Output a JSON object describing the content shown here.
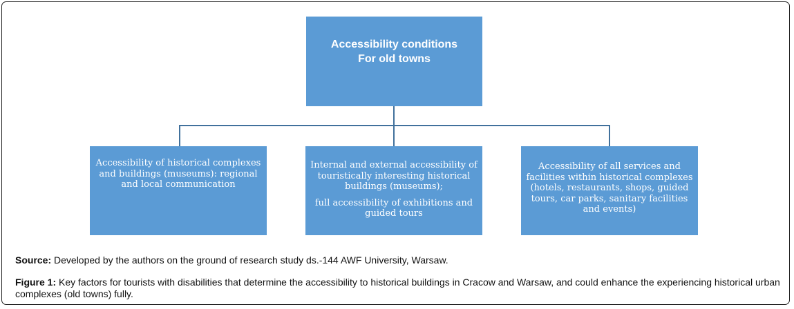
{
  "diagram": {
    "root": {
      "lines": [
        "Accessibility conditions",
        "For old towns"
      ]
    },
    "children": [
      {
        "lines": [
          "Accessibility of historical complexes",
          "and buildings (museums):  regional",
          "and local communication"
        ]
      },
      {
        "lines": [
          "Internal and external accessibility of",
          "touristically interesting historical",
          "buildings (museums);"
        ],
        "lines2": [
          "full accessibility of exhibitions and",
          "guided tours"
        ]
      },
      {
        "lines": [
          "Accessibility of all services and",
          "facilities within historical complexes",
          "(hotels, restaurants, shops, guided",
          "tours, car parks, sanitary facilities",
          "and events)"
        ]
      }
    ],
    "colors": {
      "box_fill": "#5b9bd5",
      "connector": "#41719c",
      "box_text": "#ffffff"
    }
  },
  "source": {
    "label": "Source:",
    "text": " Developed by the authors on the ground of research study ds.-144 AWF University, Warsaw."
  },
  "figure": {
    "label": "Figure 1:",
    "text": " Key factors for tourists with disabilities that determine the accessibility to historical buildings in Cracow and Warsaw, and could enhance the experiencing historical urban complexes (old towns) fully."
  }
}
